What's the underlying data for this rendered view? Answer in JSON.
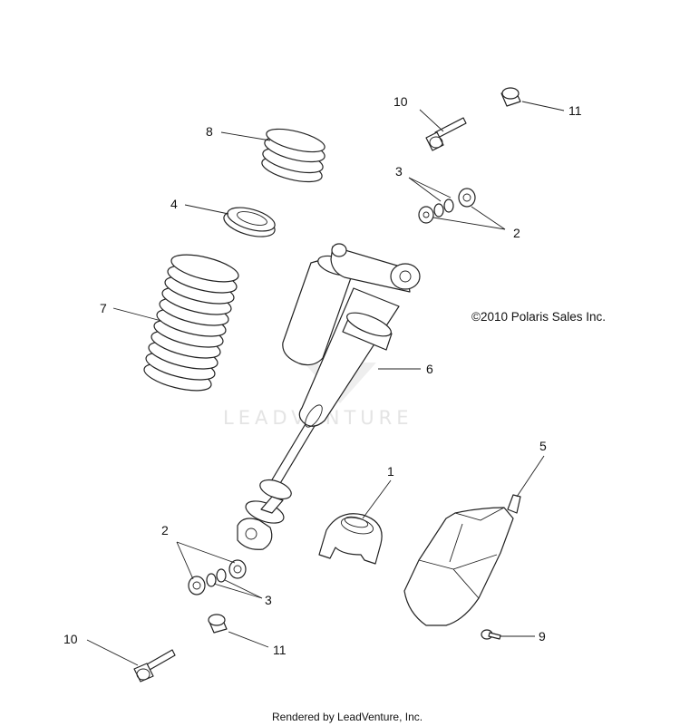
{
  "copyright": "©2010 Polaris Sales Inc.",
  "watermark": "LEADVENTURE",
  "footer": "Rendered by LeadVenture, Inc.",
  "callouts": {
    "c10_top": "10",
    "c11_top": "11",
    "c8": "8",
    "c3_top": "3",
    "c2_top": "2",
    "c4": "4",
    "c7": "7",
    "c6": "6",
    "c5": "5",
    "c1": "1",
    "c2_bottom": "2",
    "c3_bottom": "3",
    "c10_bottom": "10",
    "c11_bottom": "11",
    "c9": "9"
  }
}
